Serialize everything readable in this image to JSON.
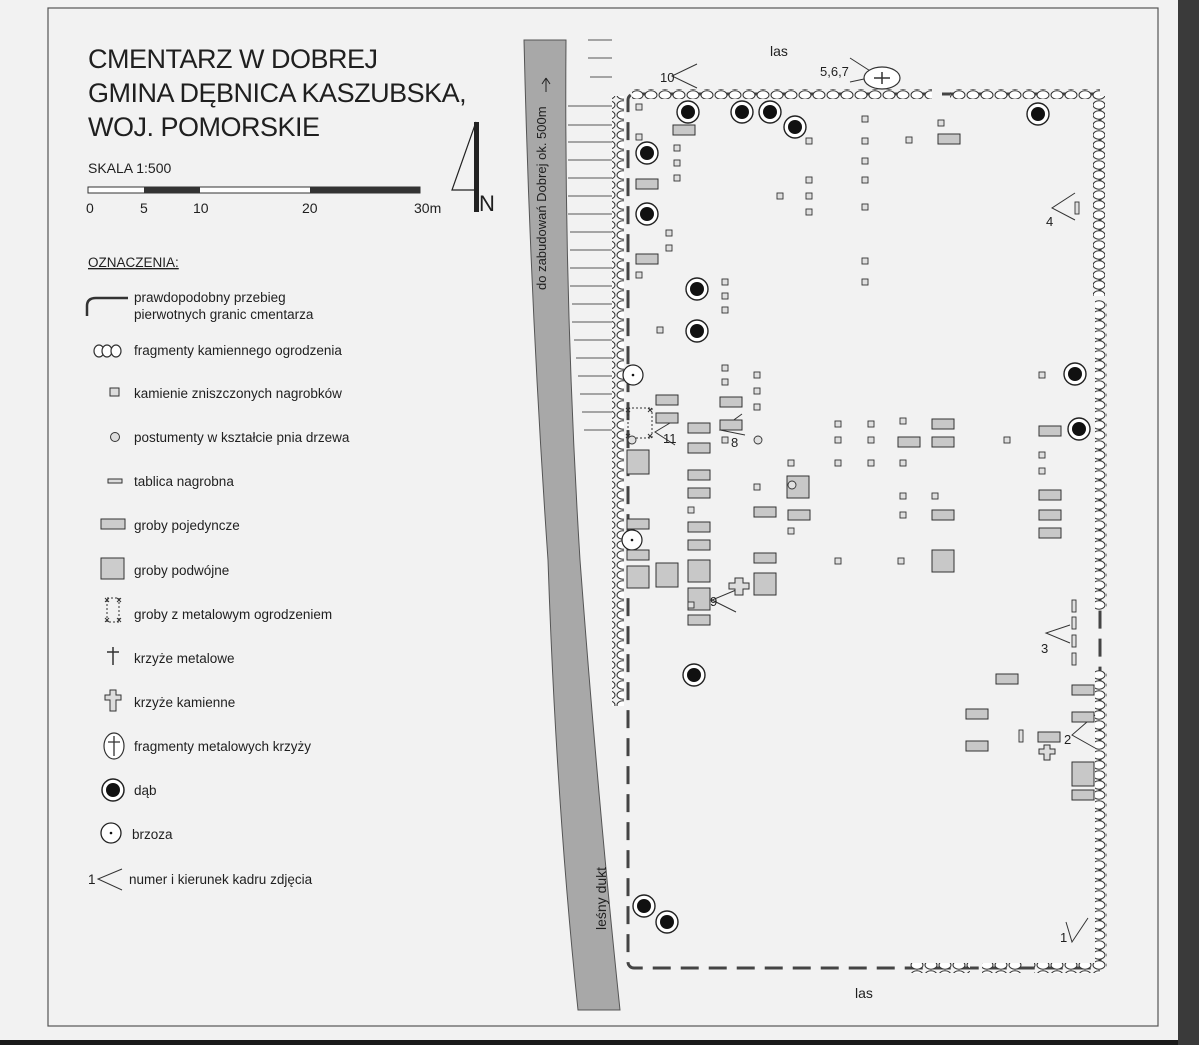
{
  "title": {
    "line1": "CMENTARZ W DOBREJ",
    "line2": "GMINA DĘBNICA KASZUBSKA,",
    "line3": "WOJ. POMORSKIE"
  },
  "scale": {
    "label": "SKALA 1:500",
    "ticks": [
      "0",
      "5",
      "10",
      "20",
      "30m"
    ]
  },
  "north": "N",
  "legend": {
    "heading": "OZNACZENIA:",
    "items": [
      {
        "icon": "boundary-line-icon",
        "label1": "prawdopodobny przebieg",
        "label2": "pierwotnych granic cmentarza"
      },
      {
        "icon": "stone-fence-icon",
        "label1": "fragmenty kamiennego ogrodzenia"
      },
      {
        "icon": "small-square-icon",
        "label1": "kamienie zniszczonych nagrobków"
      },
      {
        "icon": "small-circle-icon",
        "label1": "postumenty w kształcie pnia drzewa"
      },
      {
        "icon": "plaque-icon",
        "label1": "tablica nagrobna"
      },
      {
        "icon": "single-grave-icon",
        "label1": "groby pojedyncze"
      },
      {
        "icon": "double-grave-icon",
        "label1": "groby podwójne"
      },
      {
        "icon": "fenced-grave-icon",
        "label1": "groby z metalowym ogrodzeniem"
      },
      {
        "icon": "metal-cross-icon",
        "label1": "krzyże metalowe"
      },
      {
        "icon": "stone-cross-icon",
        "label1": "krzyże kamienne"
      },
      {
        "icon": "cross-fragment-icon",
        "label1": "fragmenty metalowych krzyży"
      },
      {
        "icon": "oak-icon",
        "label1": "dąb"
      },
      {
        "icon": "birch-icon",
        "label1": "brzoza"
      },
      {
        "icon": "photo-direction-icon",
        "prefix": "1",
        "label1": "numer i kierunek kadru zdjęcia"
      }
    ]
  },
  "map": {
    "road_label": "do zabudowań Dobrej ok. 500m",
    "path_label": "leśny dukt",
    "forest_top": "las",
    "forest_bottom": "las",
    "photo_markers": [
      "1",
      "2",
      "3",
      "4",
      "5,6,7",
      "8",
      "9",
      "10",
      "11"
    ]
  }
}
